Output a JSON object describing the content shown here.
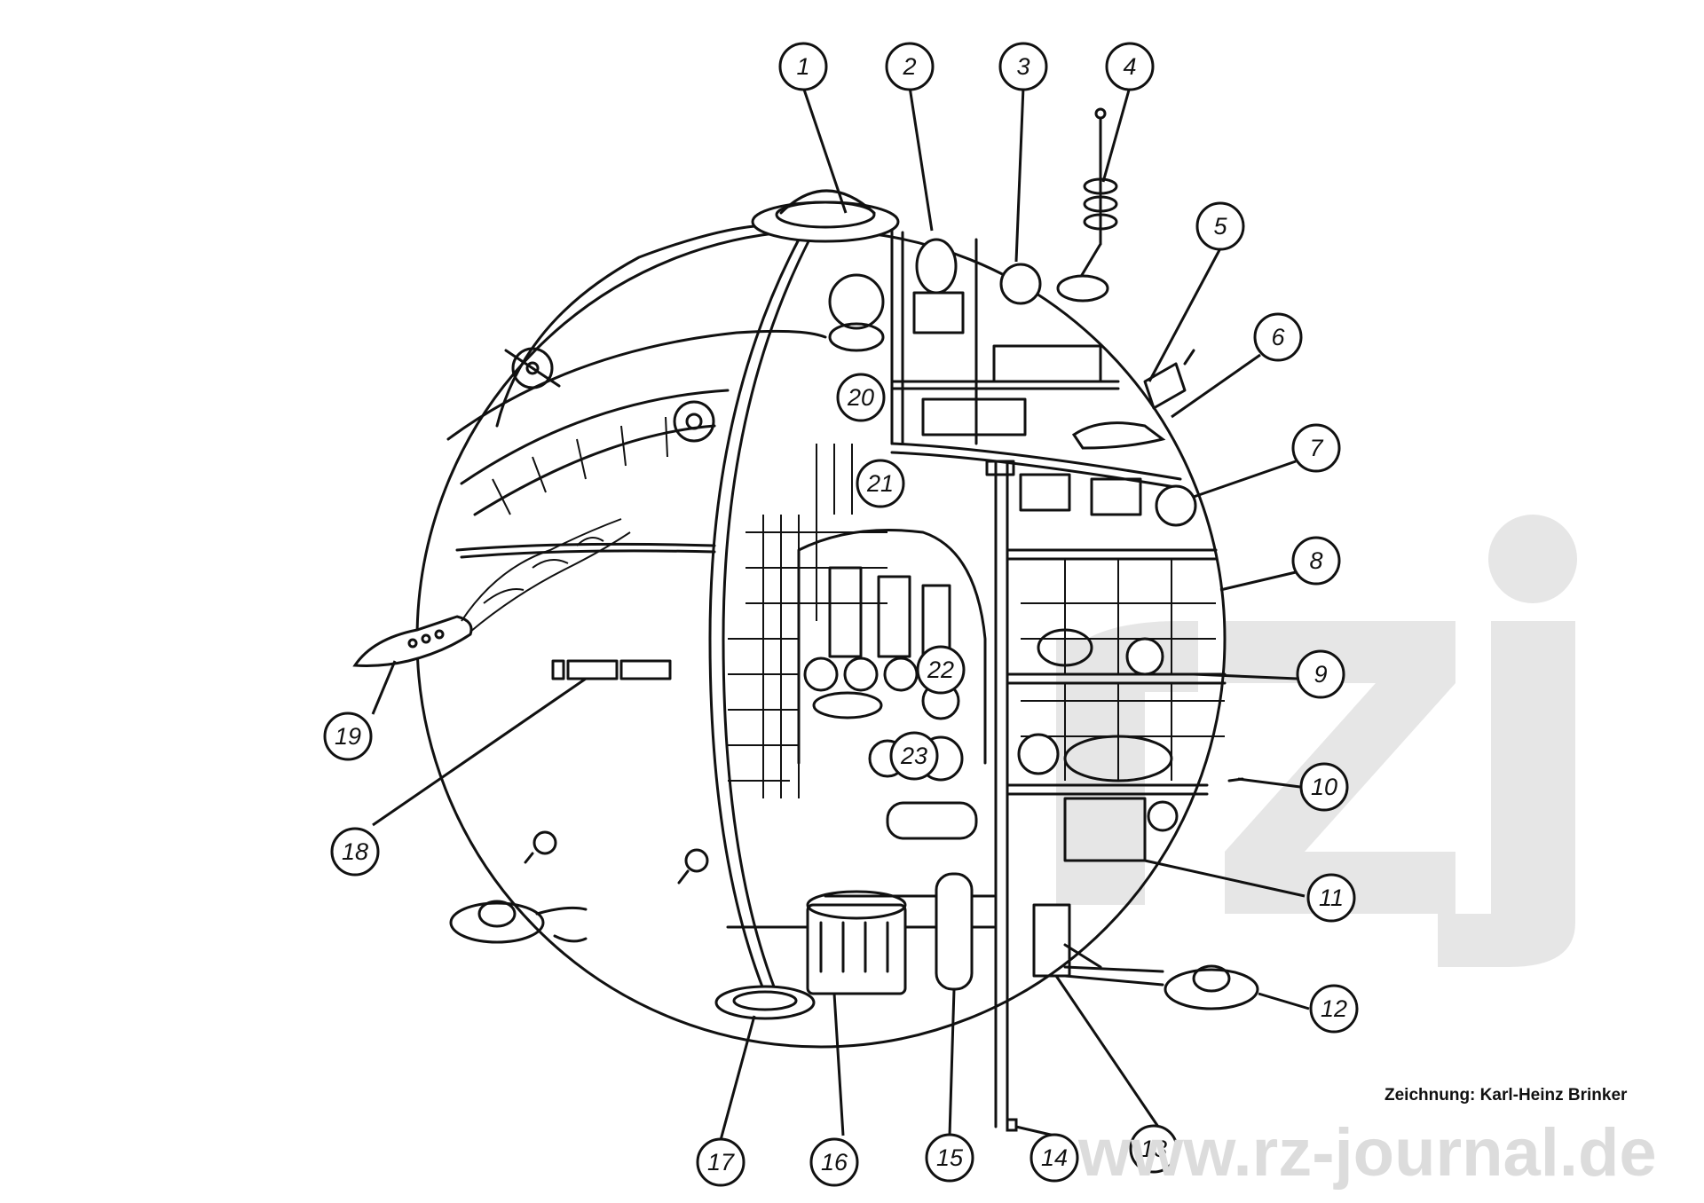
{
  "callouts": [
    {
      "label": "1"
    },
    {
      "label": "2"
    },
    {
      "label": "3"
    },
    {
      "label": "4"
    },
    {
      "label": "5"
    },
    {
      "label": "6"
    },
    {
      "label": "7"
    },
    {
      "label": "8"
    },
    {
      "label": "9"
    },
    {
      "label": "10"
    },
    {
      "label": "11"
    },
    {
      "label": "12"
    },
    {
      "label": "13"
    },
    {
      "label": "14"
    },
    {
      "label": "15"
    },
    {
      "label": "16"
    },
    {
      "label": "17"
    },
    {
      "label": "18"
    },
    {
      "label": "19"
    },
    {
      "label": "20"
    },
    {
      "label": "21"
    },
    {
      "label": "22"
    },
    {
      "label": "23"
    }
  ],
  "credit": "Zeichnung: Karl-Heinz Brinker",
  "watermark": {
    "url": "www.rz-journal.de",
    "logo_text": "rzj"
  },
  "colors": {
    "ink": "#111111",
    "watermark": "#e6e6e6",
    "background": "#ffffff"
  }
}
